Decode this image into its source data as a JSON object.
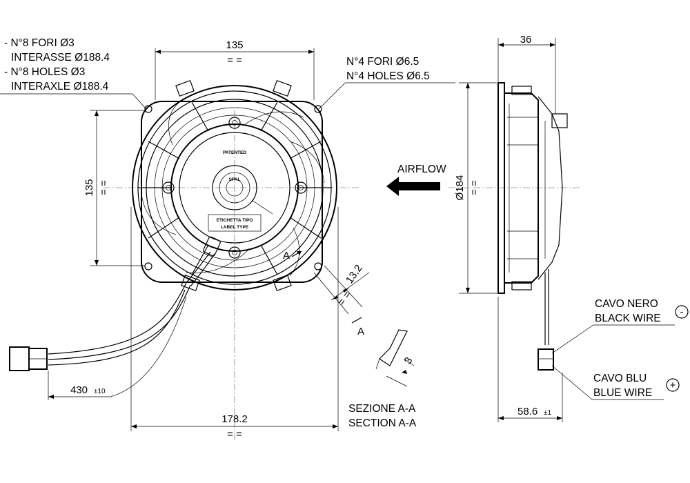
{
  "notes": {
    "holes3_it": "- N°8 FORI Ø3",
    "interasse": "INTERASSE Ø188.4",
    "holes3_en": "- N°8 HOLES Ø3",
    "interaxle": "INTERAXLE Ø188.4",
    "holes65_it": "N°4 FORI Ø6.5",
    "holes65_en": "N°4 HOLES Ø6.5",
    "airflow": "AIRFLOW",
    "section_it": "SEZIONE A-A",
    "section_en": "SECTION A-A",
    "black_it": "CAVO NERO",
    "black_en": "BLACK WIRE",
    "blue_it": "CAVO BLU",
    "blue_en": "BLUE WIRE",
    "minus": "-",
    "plus": "+",
    "patented": "PATENTED",
    "label1": "ETICHETTA TIPO",
    "label2": "LABEL TYPE",
    "brand": "SPAL"
  },
  "dims": {
    "top_width": "135",
    "left_height": "135",
    "depth": "36",
    "diameter": "Ø184",
    "bottom_width": "178.2",
    "cable": "430",
    "cable_tol": "±10",
    "motor": "58.6",
    "motor_tol": "±1",
    "tab": "13.2",
    "thickness": "3",
    "section_mark": "A",
    "eq": "= ="
  }
}
